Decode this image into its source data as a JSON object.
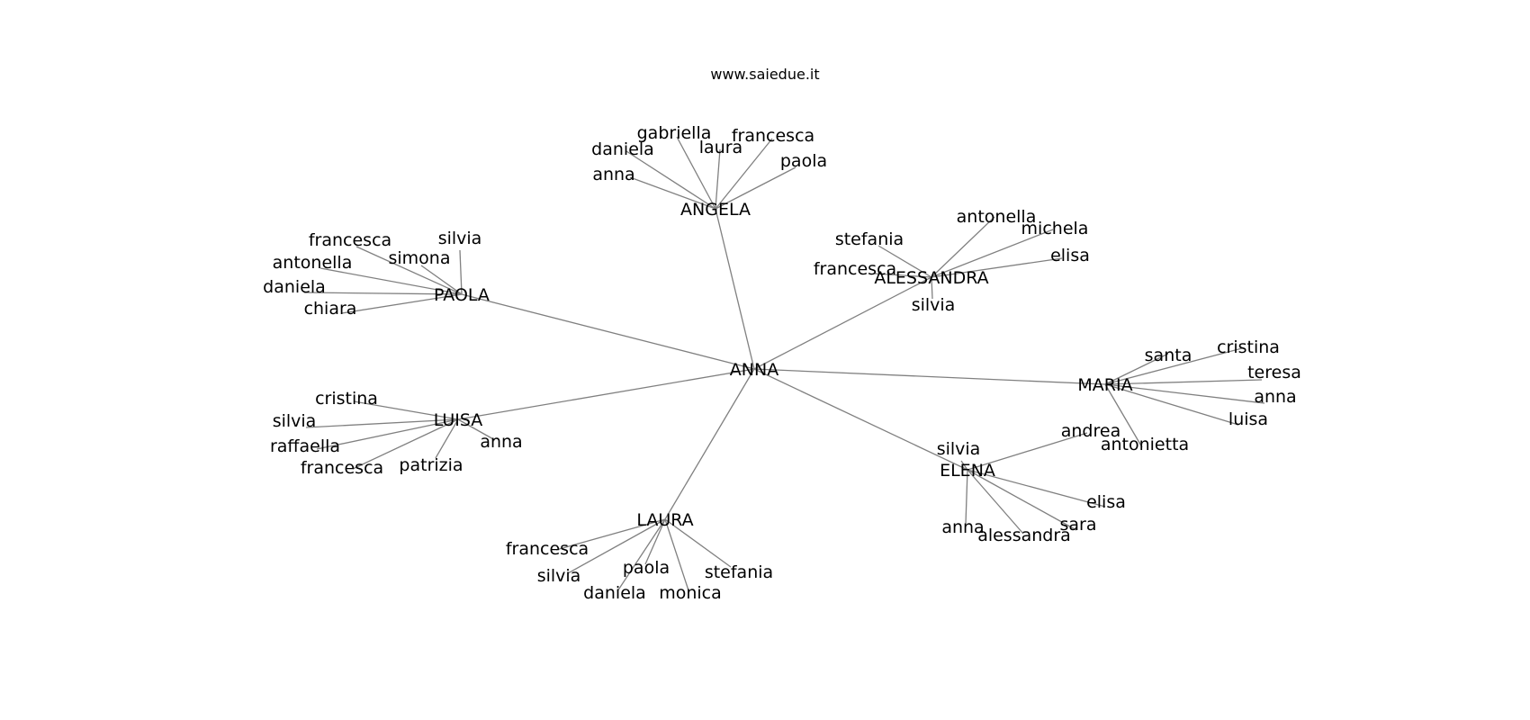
{
  "title": "www.saiedue.it",
  "colors": {
    "edge": "#808080",
    "label": "#000000",
    "background": "#ffffff"
  },
  "graph": {
    "root": "ANNA",
    "groups": [
      {
        "hub": "ANGELA",
        "leaves": [
          "gabriella",
          "daniela",
          "laura",
          "francesca",
          "paola",
          "anna"
        ]
      },
      {
        "hub": "ALESSANDRA",
        "leaves": [
          "antonella",
          "stefania",
          "michela",
          "elisa",
          "francesca",
          "silvia"
        ]
      },
      {
        "hub": "PAOLA",
        "leaves": [
          "francesca",
          "silvia",
          "simona",
          "antonella",
          "daniela",
          "chiara"
        ]
      },
      {
        "hub": "MARIA",
        "leaves": [
          "santa",
          "cristina",
          "teresa",
          "anna",
          "luisa",
          "antonietta"
        ]
      },
      {
        "hub": "LUISA",
        "leaves": [
          "cristina",
          "silvia",
          "raffaella",
          "francesca",
          "patrizia",
          "anna"
        ]
      },
      {
        "hub": "ELENA",
        "leaves": [
          "andrea",
          "silvia",
          "elisa",
          "sara",
          "anna",
          "alessandra"
        ]
      },
      {
        "hub": "LAURA",
        "leaves": [
          "francesca",
          "silvia",
          "paola",
          "stefania",
          "daniela",
          "monica"
        ]
      }
    ]
  }
}
